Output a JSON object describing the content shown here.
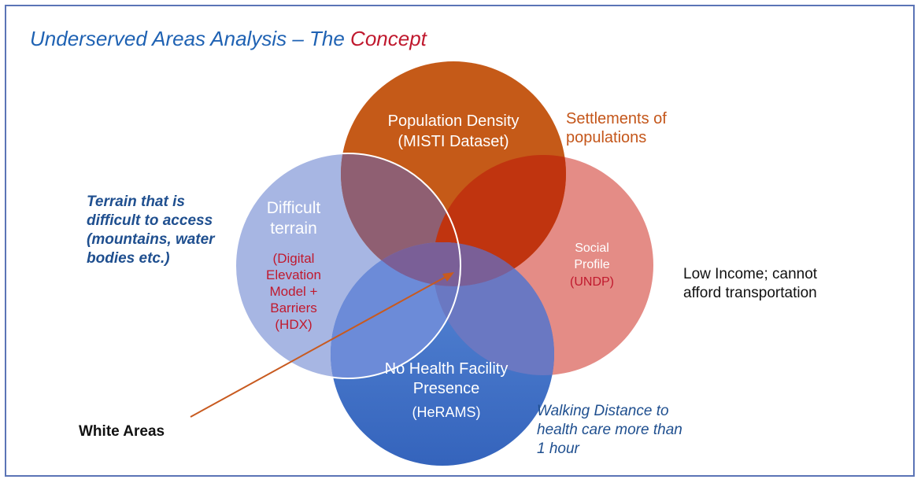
{
  "title": {
    "main": "Underserved Areas Analysis  – The ",
    "accent": "Concept"
  },
  "circles": {
    "population": {
      "line1": "Population Density",
      "line2": "(MISTI Dataset)"
    },
    "terrain": {
      "line1": "Difficult",
      "line2": "terrain",
      "sub1": "(Digital",
      "sub2": "Elevation",
      "sub3": "Model +",
      "sub4": "Barriers",
      "sub5": "(HDX)"
    },
    "social": {
      "line1": "Social",
      "line2": "Profile",
      "line3": "(UNDP)"
    },
    "health": {
      "line1": "No Health Facility",
      "line2": "Presence",
      "line3": "(HeRAMS)"
    }
  },
  "annotations": {
    "terrain": [
      "Terrain that is",
      "difficult to access",
      "(mountains, water",
      "bodies etc.)"
    ],
    "settlements": [
      "Settlements of",
      "populations"
    ],
    "income": [
      "Low Income; cannot",
      "afford transportation"
    ],
    "walking": [
      "Walking Distance to",
      "health care more than",
      "1 hour"
    ],
    "white_areas": "White Areas"
  },
  "colors": {
    "population": "#c55a18",
    "terrain": "#a7b6e3",
    "social": "#e48c86",
    "health": "#3f6fcb",
    "title_blue": "#1f62b3",
    "title_red": "#c0192e",
    "arrow": "#c85a1f"
  }
}
